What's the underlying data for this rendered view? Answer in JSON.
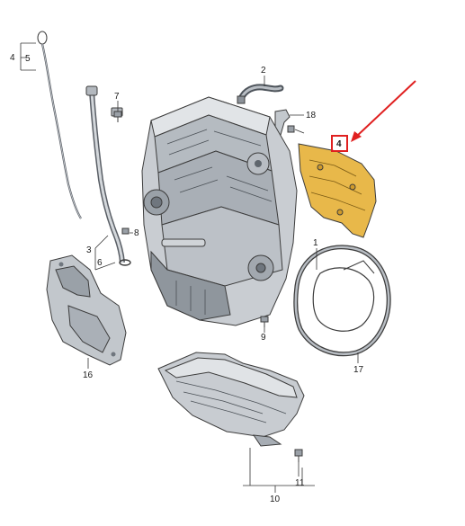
{
  "callouts": {
    "c1": "1",
    "c2": "2",
    "c3": "3",
    "c4_top": "4",
    "c4_left": "4",
    "c5": "5",
    "c6": "6",
    "c7": "7",
    "c8": "8",
    "c9": "9",
    "c10": "10",
    "c11": "11",
    "c16": "16",
    "c17": "17",
    "c18": "18"
  },
  "colors": {
    "highlight_part": "#e8b84a",
    "highlight_box": "#e02020",
    "arrow": "#e02020",
    "metal_light": "#cfd3d8",
    "metal_mid": "#a7adb4",
    "metal_dark": "#6f767e",
    "line": "#3c3c3c"
  }
}
